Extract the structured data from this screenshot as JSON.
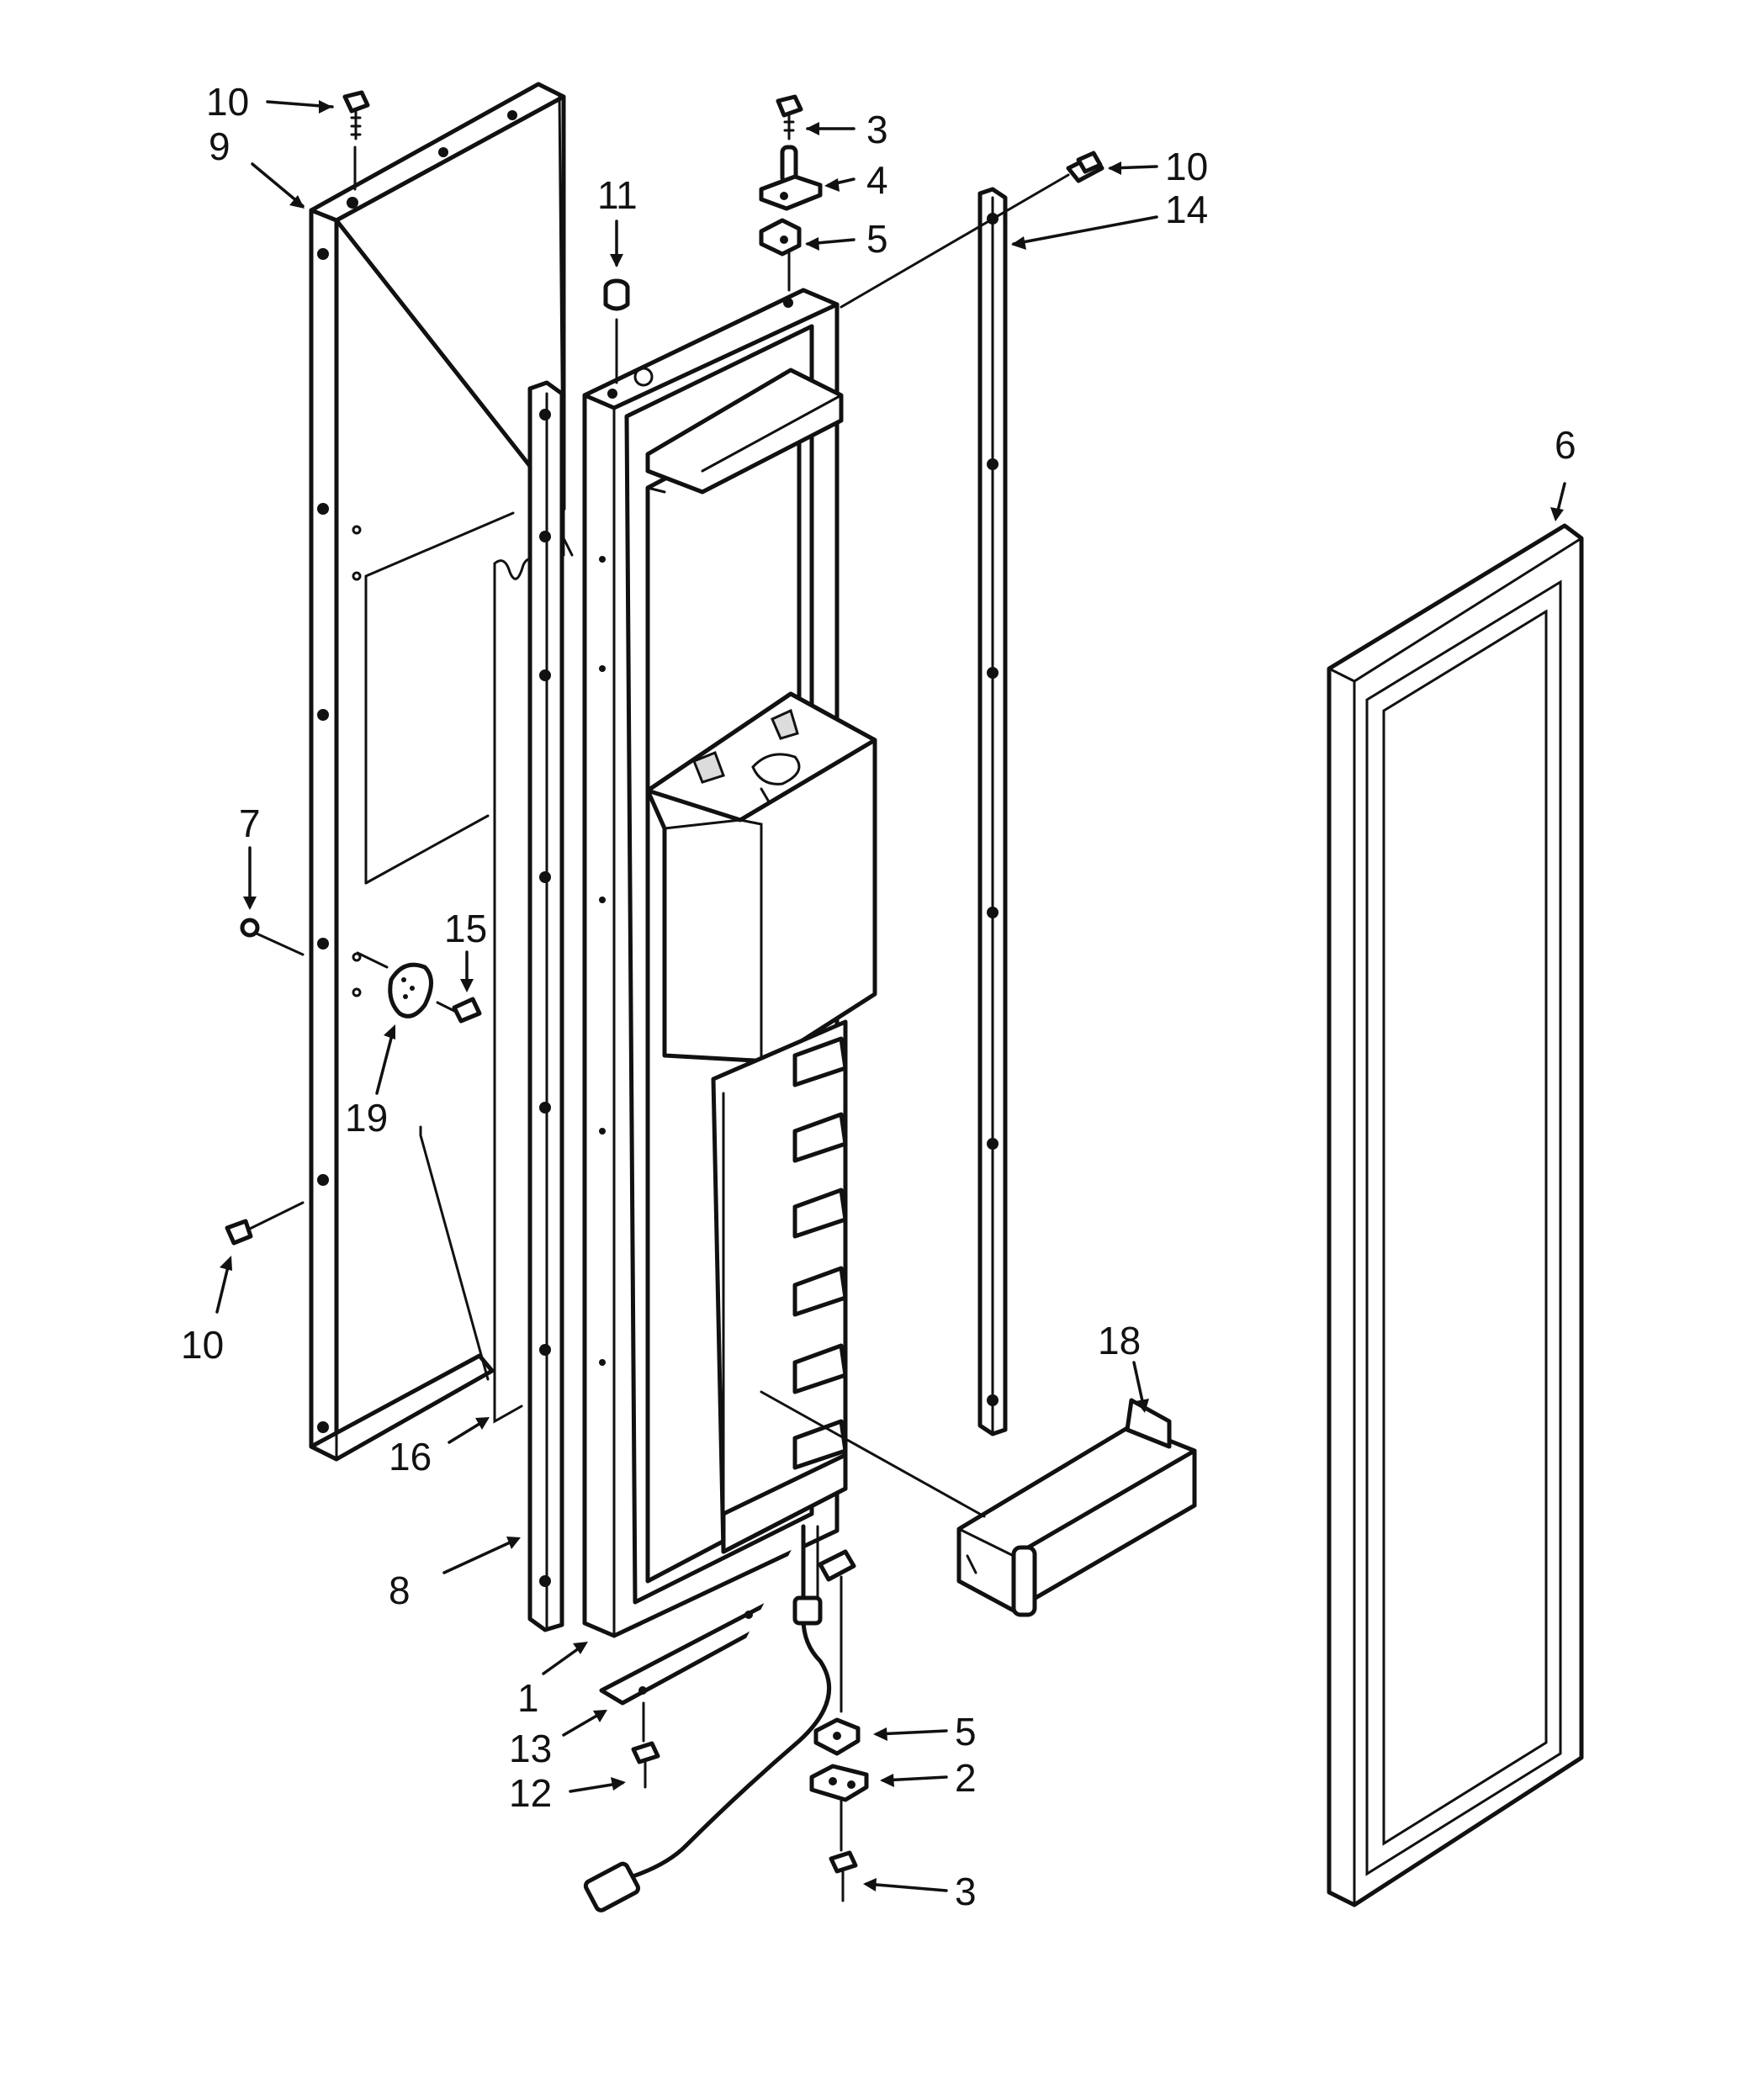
{
  "diagram": {
    "callouts": [
      {
        "id": "c10a",
        "text": "10"
      },
      {
        "id": "c9",
        "text": "9"
      },
      {
        "id": "c3a",
        "text": "3"
      },
      {
        "id": "c4",
        "text": "4"
      },
      {
        "id": "c5a",
        "text": "5"
      },
      {
        "id": "c10b",
        "text": "10"
      },
      {
        "id": "c14",
        "text": "14"
      },
      {
        "id": "c11",
        "text": "11"
      },
      {
        "id": "c6",
        "text": "6"
      },
      {
        "id": "c7",
        "text": "7"
      },
      {
        "id": "c15",
        "text": "15"
      },
      {
        "id": "c19",
        "text": "19"
      },
      {
        "id": "c10c",
        "text": "10"
      },
      {
        "id": "c18",
        "text": "18"
      },
      {
        "id": "c16",
        "text": "16"
      },
      {
        "id": "c8",
        "text": "8"
      },
      {
        "id": "c1",
        "text": "1"
      },
      {
        "id": "c13",
        "text": "13"
      },
      {
        "id": "c5b",
        "text": "5"
      },
      {
        "id": "c2",
        "text": "2"
      },
      {
        "id": "c12",
        "text": "12"
      },
      {
        "id": "c3b",
        "text": "3"
      }
    ]
  },
  "colors": {
    "line": "#111111",
    "background": "#ffffff",
    "shade": "#dcdcdc"
  }
}
